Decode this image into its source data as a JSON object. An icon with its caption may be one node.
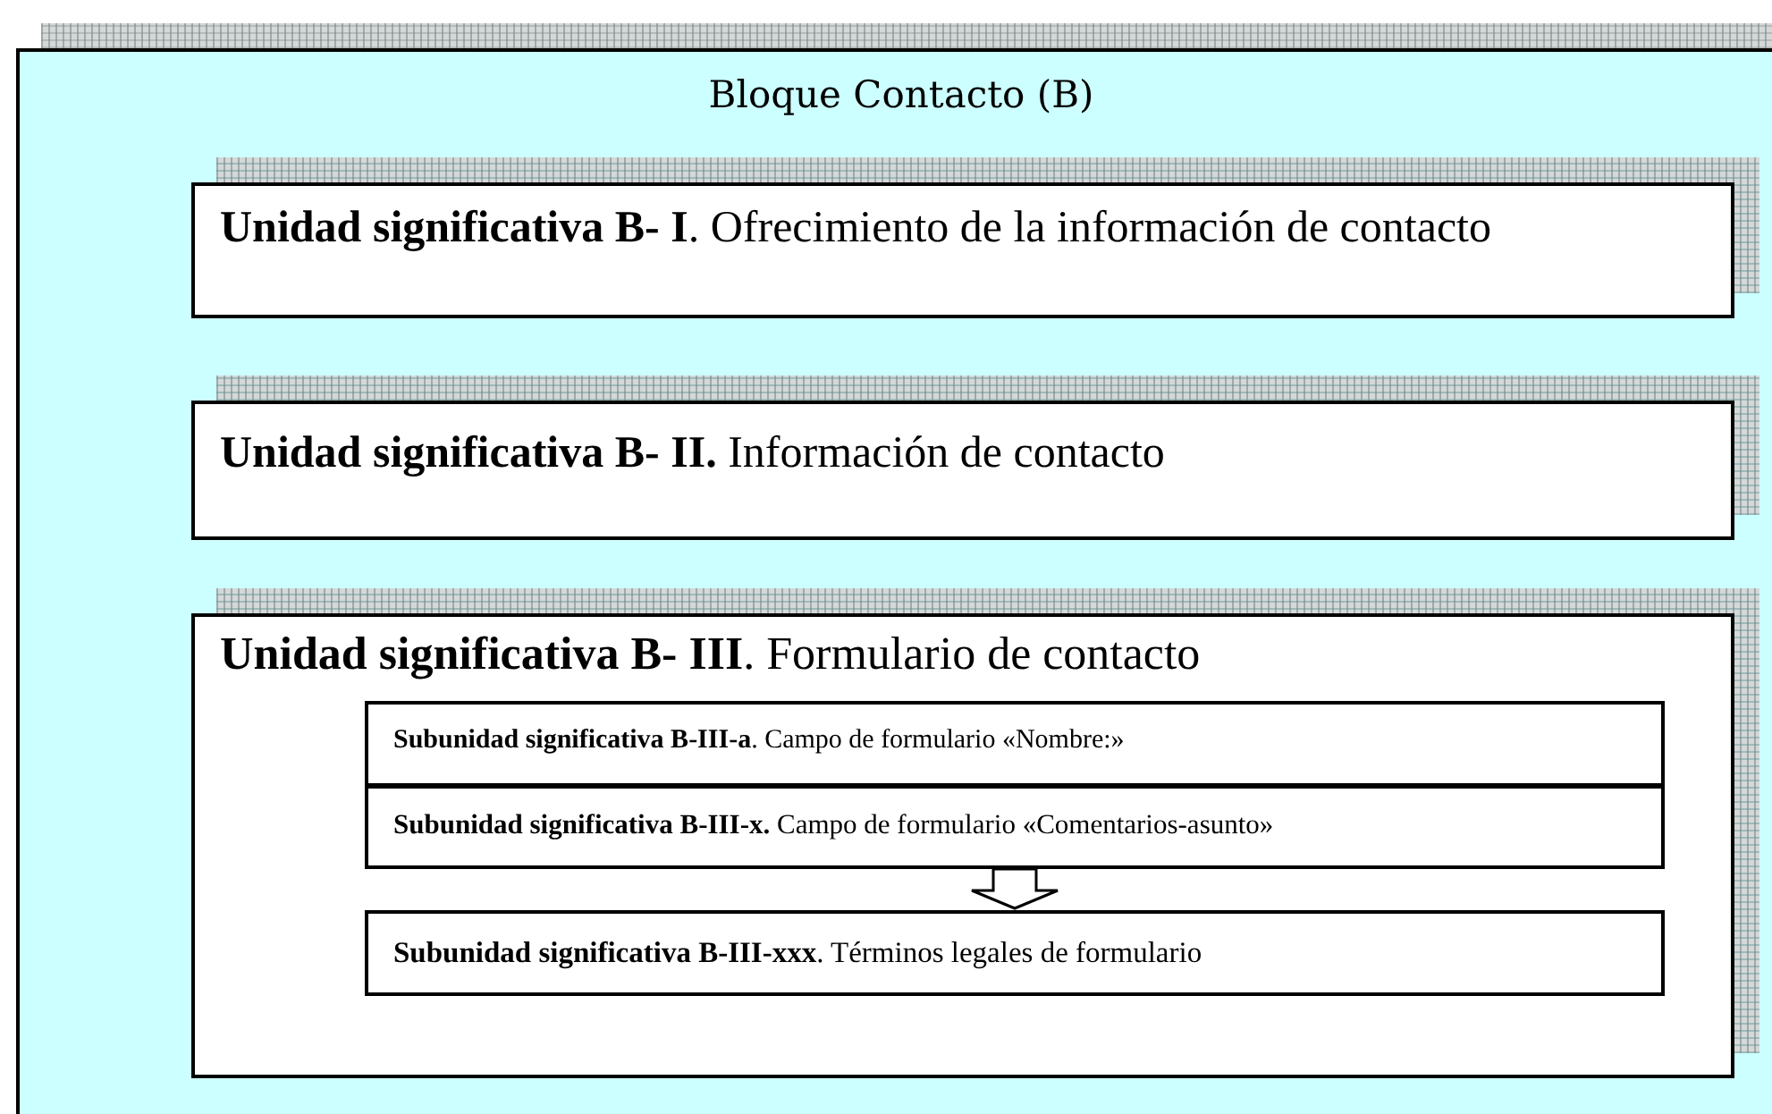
{
  "diagram": {
    "nodes": [
      {
        "text": [
          "Bloque Contacto (B)"
        ]
      },
      {
        "text": [
          "**Unidad significativa B- I**. Ofrecimiento de la información de contacto"
        ],
        "in": 0
      },
      {
        "text": [
          "**Unidad significativa B- II.** Información de contacto"
        ],
        "in": 0
      },
      {
        "text": [
          "**Unidad significativa B- III**. Formulario de contacto"
        ],
        "in": 0
      },
      {
        "text": [
          "**Subunidad significativa B-III-a**.  Campo de formulario «Nombre:»"
        ],
        "in": 3
      },
      {
        "text": [
          "**Subunidad significativa  B-III-x.**  Campo de formulario «Comentarios-asunto»"
        ],
        "in": 3
      },
      {
        "text": [
          "**Subunidad significativa  B-III-xxx**. Términos legales de formulario"
        ],
        "in": 3
      }
    ],
    "edges": [
      {
        "from": 5,
        "to": 6,
        "arrow": "to"
      }
    ]
  }
}
